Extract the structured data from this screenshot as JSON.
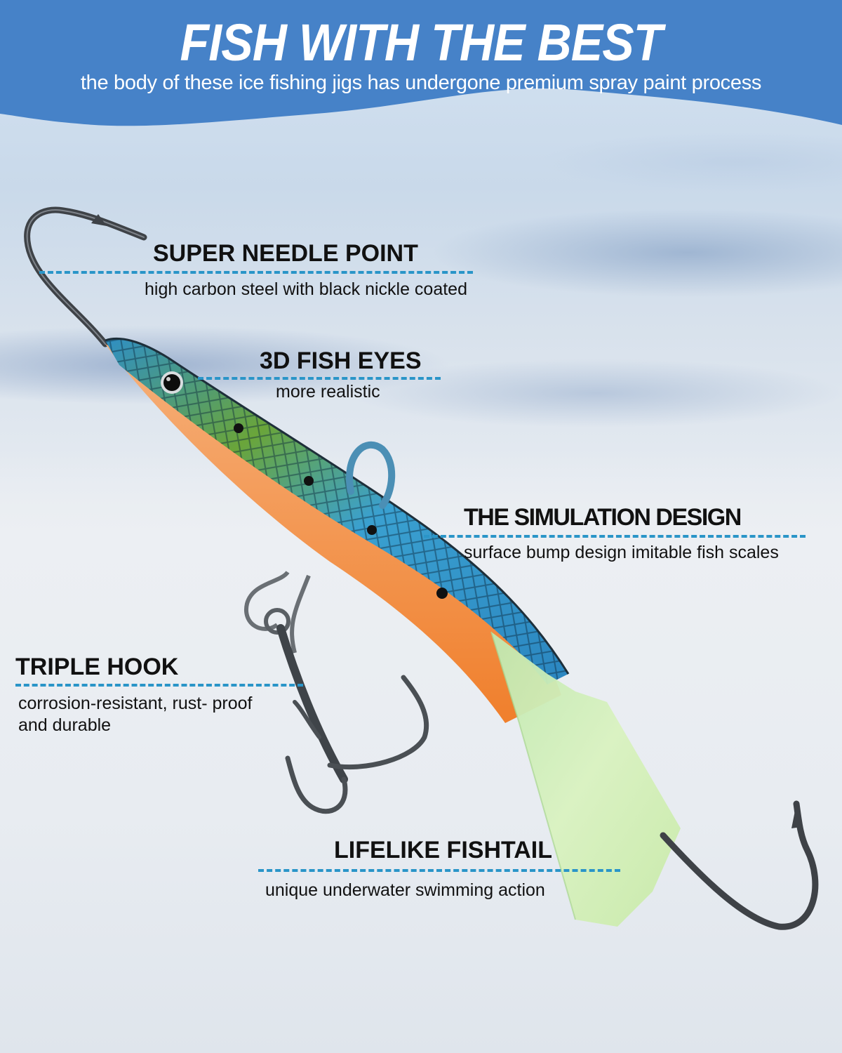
{
  "banner": {
    "headline": "FISH WITH THE BEST",
    "subhead": "the body of these ice fishing jigs has undergone premium spray paint process",
    "color": "#4682c8"
  },
  "accent_color": "#2a95c8",
  "product": {
    "name": "ice fishing jig",
    "colors": {
      "back": "#2f8fc4",
      "mid": "#6aa53a",
      "belly": "#f08a3c",
      "tail": "#d6f0b8",
      "hook": "#4a4d52"
    }
  },
  "callouts": [
    {
      "title": "SUPER NEEDLE POINT",
      "desc": "high carbon steel with black nickle coated",
      "icon": "hook-point-icon"
    },
    {
      "title": "3D FISH EYES",
      "desc": "more realistic",
      "icon": "fish-eye-icon"
    },
    {
      "title": "THE SIMULATION DESIGN",
      "desc": "surface bump design imitable fish scales",
      "icon": "fish-scales-icon"
    },
    {
      "title": "TRIPLE HOOK",
      "desc_lines": [
        "corrosion-resistant, rust- proof",
        "and durable"
      ],
      "icon": "treble-hook-icon"
    },
    {
      "title": "LIFELIKE FISHTAIL",
      "desc": "unique underwater swimming action",
      "icon": "fishtail-icon"
    }
  ]
}
